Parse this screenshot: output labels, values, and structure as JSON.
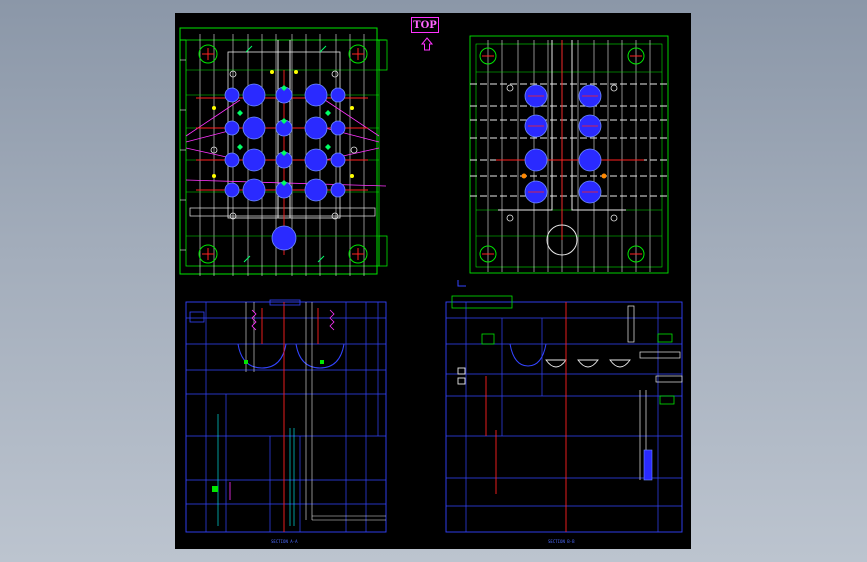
{
  "orientation_label": "TOP",
  "section_captions": [
    "SECTION A-A",
    "SECTION B-B"
  ],
  "colors": {
    "background": "#000000",
    "desktop": "#9aa5b4",
    "outline_green": "#00e600",
    "cavity_blue": "#2a2aff",
    "runner_red": "#ff2020",
    "section_blue": "#3344ff",
    "white_lines": "#e8e8e8",
    "magenta": "#ff33ff",
    "yellow": "#ffff00"
  },
  "icons": {
    "top_arrow": "up-arrow-icon"
  }
}
